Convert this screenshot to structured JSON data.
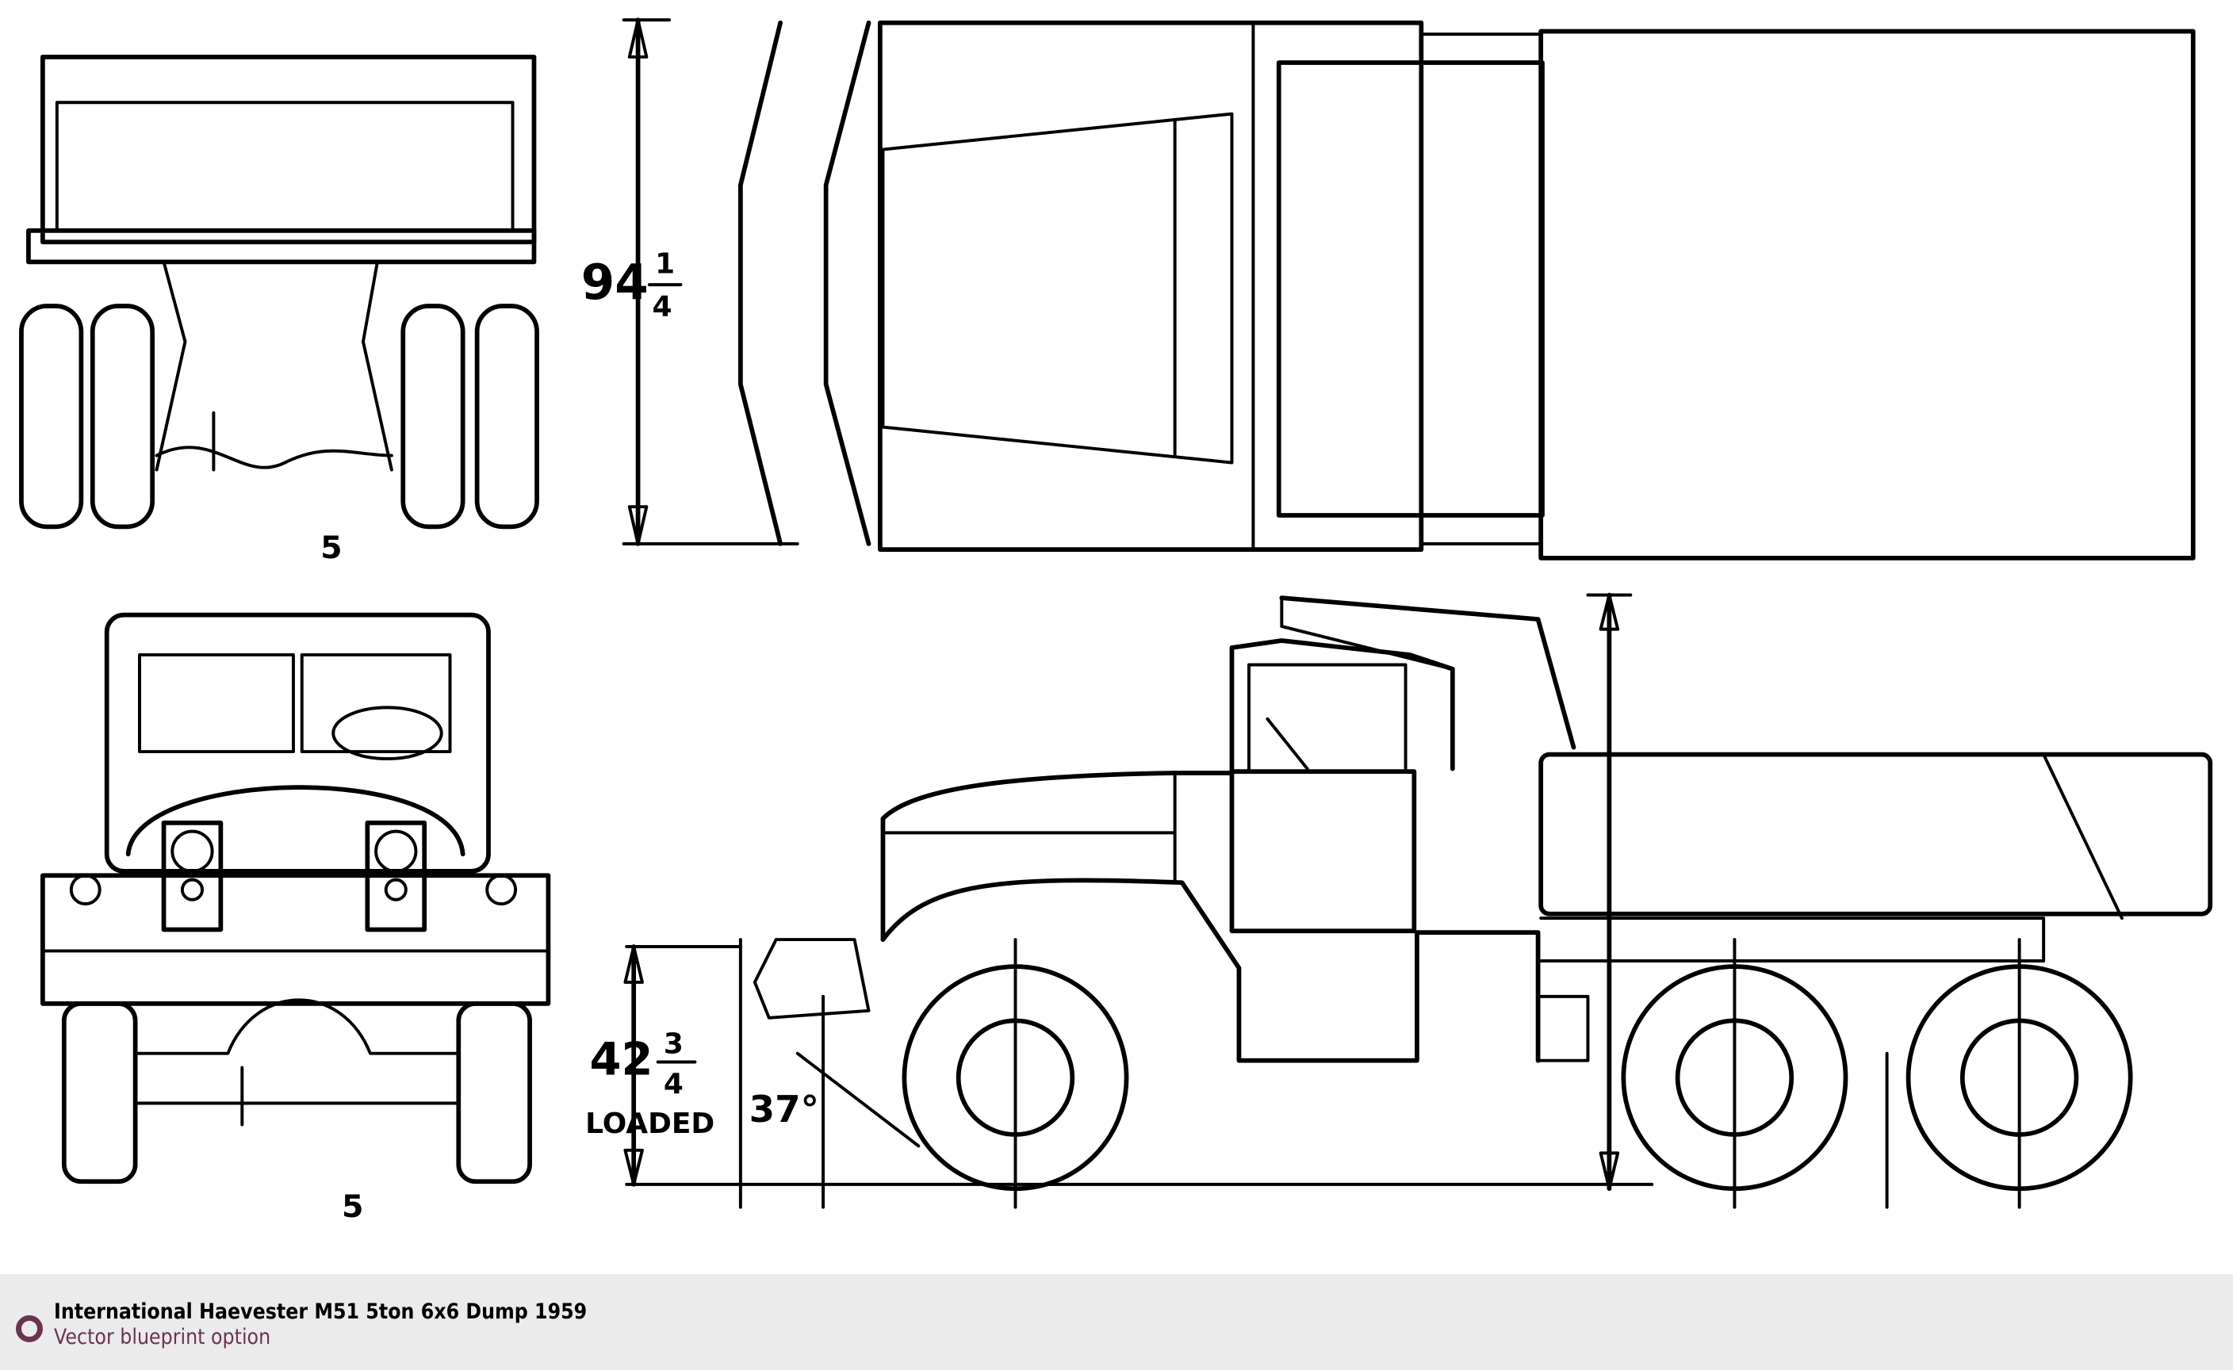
{
  "blueprint": {
    "dimensions": {
      "width_whole": "94",
      "width_num": "1",
      "width_den": "4",
      "height_whole": "42",
      "height_num": "3",
      "height_den": "4",
      "loaded_label": "LOADED",
      "angle": "37°",
      "rear_mark": "5",
      "front_mark": "5"
    }
  },
  "footer": {
    "title": "International Haevester M51 5ton 6x6 Dump 1959",
    "subtitle": "Vector blueprint option",
    "accent_color": "#6b3450"
  }
}
